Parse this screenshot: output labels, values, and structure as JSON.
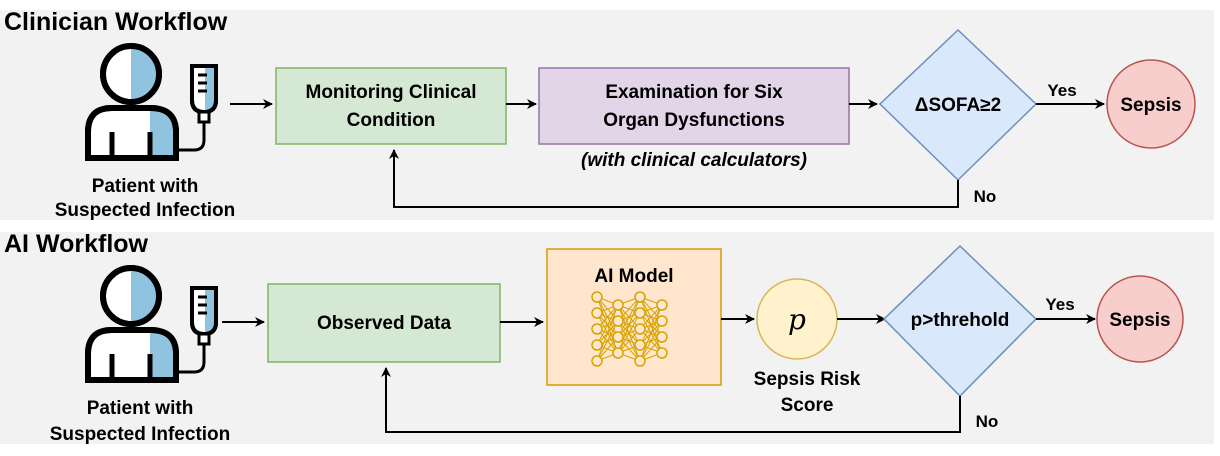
{
  "clinician": {
    "title": "Clinician Workflow",
    "patient_line1": "Patient with",
    "patient_line2": "Suspected Infection",
    "monitor_line1": "Monitoring Clinical",
    "monitor_line2": "Condition",
    "exam_line1": "Examination for Six",
    "exam_line2": "Organ Dysfunctions",
    "exam_note": "(with clinical calculators)",
    "decision": "ΔSOFA≥2",
    "yes": "Yes",
    "no": "No",
    "result": "Sepsis"
  },
  "ai": {
    "title": "AI Workflow",
    "patient_line1": "Patient with",
    "patient_line2": "Suspected Infection",
    "observed": "Observed Data",
    "model": "AI Model",
    "risk_symbol": "p",
    "risk_line1": "Sepsis Risk",
    "risk_line2": "Score",
    "decision": "p>threhold",
    "yes": "Yes",
    "no": "No",
    "result": "Sepsis"
  },
  "colors": {
    "panel_bg": "#f2f2f2",
    "green_fill": "#d5e8d4",
    "green_stroke": "#82b366",
    "purple_fill": "#e1d5e7",
    "purple_stroke": "#9673a6",
    "blue_fill": "#dae8fc",
    "blue_stroke": "#6c8ebf",
    "red_fill": "#f8cecc",
    "red_stroke": "#b85450",
    "orange_fill": "#ffe6cc",
    "orange_stroke": "#d79b00",
    "yellow_fill": "#fff2cc",
    "yellow_stroke": "#d6b656",
    "patient_accent": "#8fc3e0"
  },
  "icons": [
    "patient-icon",
    "iv-drip-icon",
    "neural-network-icon"
  ]
}
